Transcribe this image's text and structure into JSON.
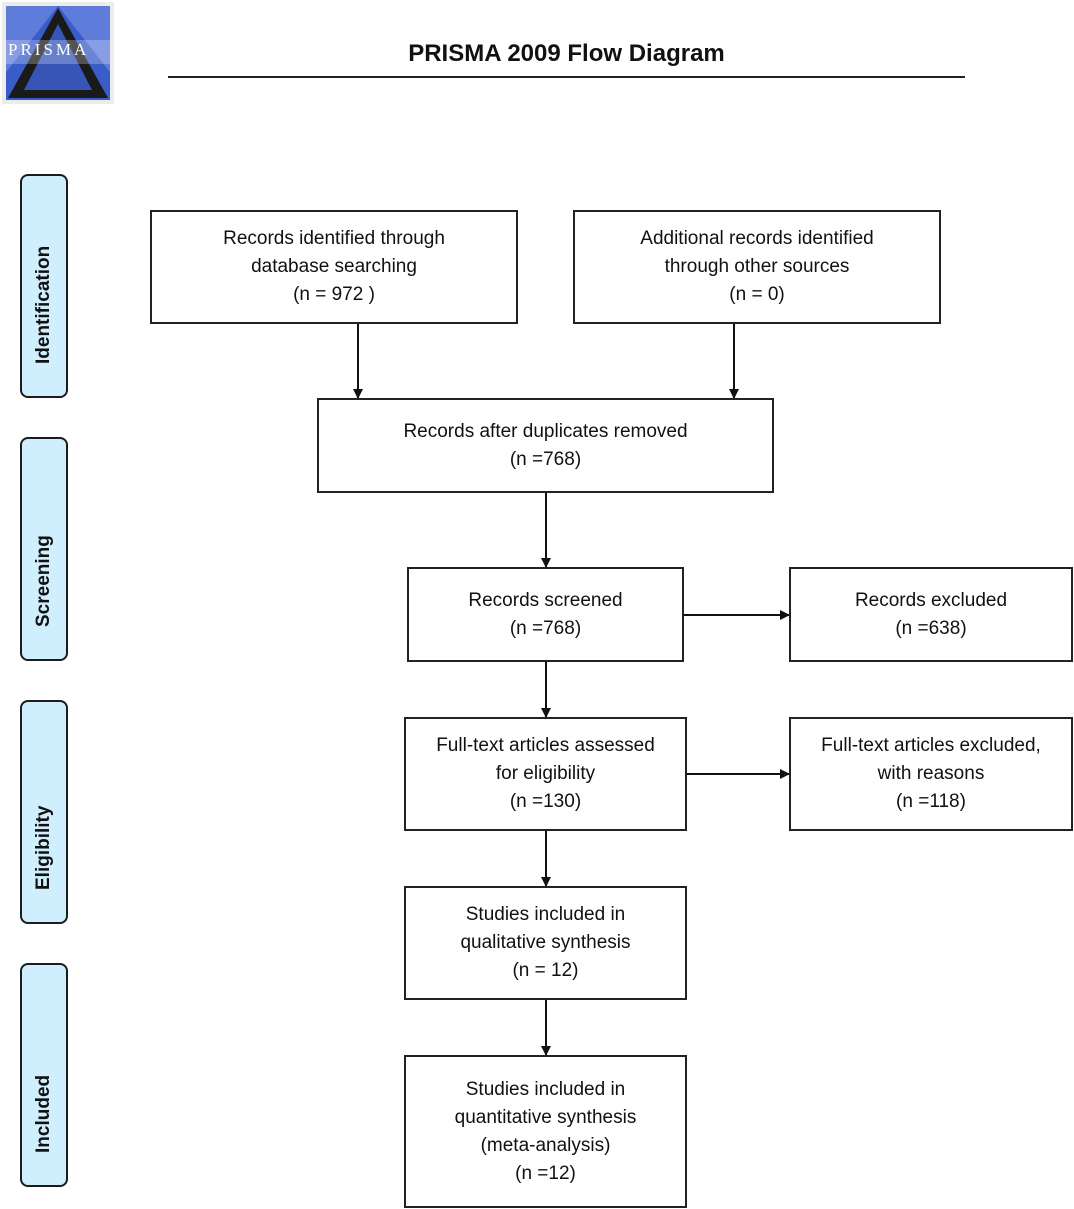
{
  "header": {
    "logo_text": "PRISMA",
    "title": "PRISMA 2009 Flow Diagram"
  },
  "stages": {
    "identification": "Identification",
    "screening": "Screening",
    "eligibility": "Eligibility",
    "included": "Included"
  },
  "boxes": {
    "database_search": [
      "Records identified through",
      "database searching",
      "(n = 972 )"
    ],
    "other_sources": [
      "Additional records identified",
      "through other sources",
      "(n = 0)"
    ],
    "duplicates_removed": [
      "Records after duplicates removed",
      "(n =768)"
    ],
    "records_screened": [
      "Records screened",
      "(n =768)"
    ],
    "records_excluded": [
      "Records excluded",
      "(n =638)"
    ],
    "fulltext_assessed": [
      "Full-text articles assessed",
      "for eligibility",
      "(n =130)"
    ],
    "fulltext_excluded": [
      "Full-text articles excluded,",
      "with reasons",
      "(n =118)"
    ],
    "qualitative": [
      "Studies included in",
      "qualitative synthesis",
      "(n = 12)"
    ],
    "quantitative": [
      "Studies included in",
      "quantitative synthesis",
      "(meta-analysis)",
      "(n =12)"
    ]
  },
  "colors": {
    "stage_fill": "#cfefff",
    "logo_blue": "#3a5cc9",
    "logo_dark": "#1a1a1a"
  }
}
